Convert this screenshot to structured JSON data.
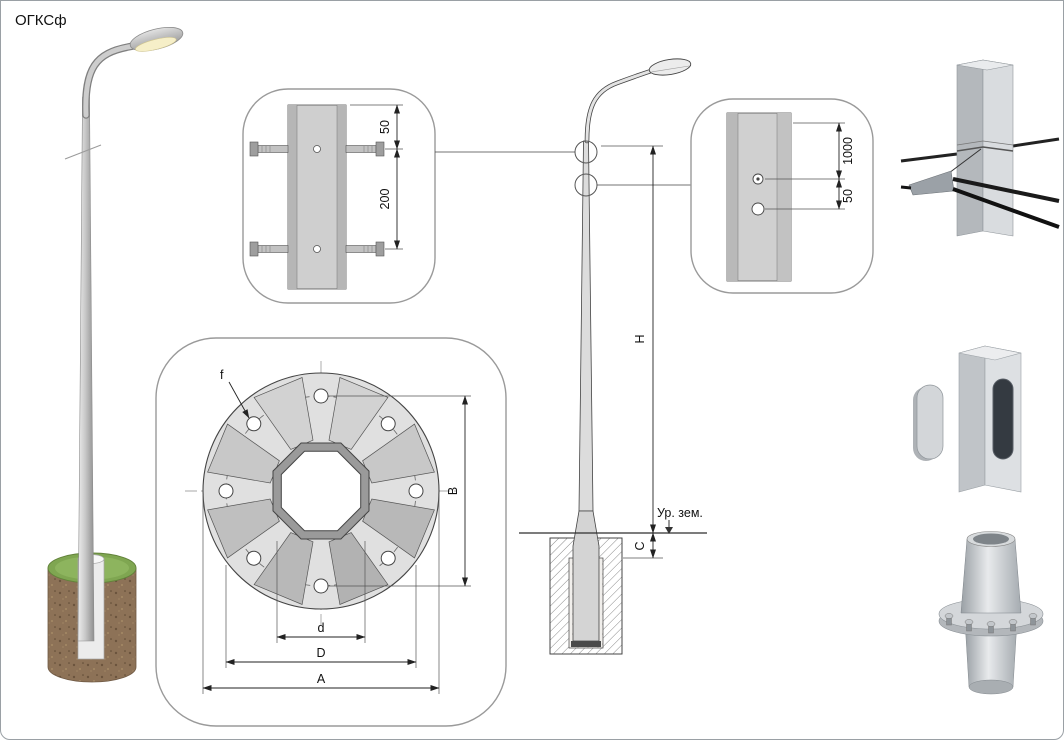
{
  "title": "ОГКСф",
  "top_detail": {
    "dim_offset": "50",
    "dim_spacing": "200"
  },
  "flange_detail": {
    "hole_label": "f",
    "dim_bolt_span": "B",
    "dim_inner": "d",
    "dim_bolt_circle": "D",
    "dim_outer": "A"
  },
  "elevation": {
    "dim_height": "H",
    "dim_embed": "C",
    "ground_label": "Ур. зем."
  },
  "side_detail": {
    "dim_top_offset": "1000",
    "dim_hole_spacing": "50"
  },
  "colors": {
    "metal": "#d0d0d0",
    "grass": "#7fa651",
    "soil": "#8d7257",
    "lamp_glow": "#f6efc8"
  }
}
